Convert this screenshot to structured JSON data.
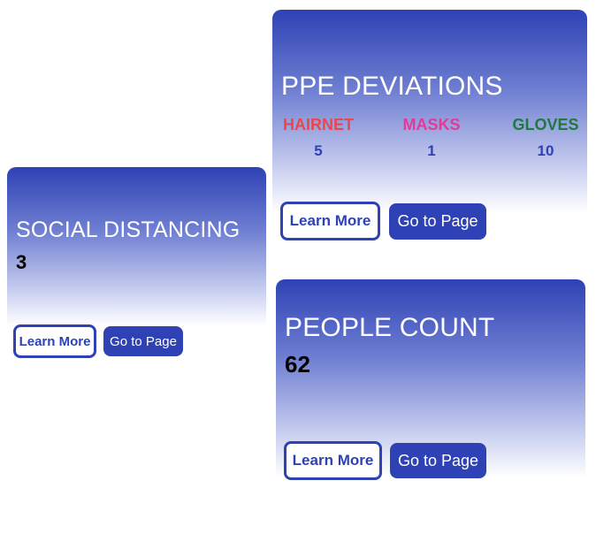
{
  "colors": {
    "primary": "#2e42b5",
    "hairnet": "#e8474f",
    "masks": "#e33a9a",
    "gloves": "#1e7a3e"
  },
  "ppe": {
    "title": "PPE DEVIATIONS",
    "items": [
      {
        "label": "HAIRNET",
        "value": "5"
      },
      {
        "label": "MASKS",
        "value": "1"
      },
      {
        "label": "GLOVES",
        "value": "10"
      }
    ],
    "learn_more": "Learn More",
    "go_to_page": "Go to Page"
  },
  "social": {
    "title": "SOCIAL DISTANCING",
    "value": "3",
    "learn_more": "Learn More",
    "go_to_page": "Go to Page"
  },
  "people": {
    "title": "PEOPLE COUNT",
    "value": "62",
    "learn_more": "Learn More",
    "go_to_page": "Go to Page"
  }
}
